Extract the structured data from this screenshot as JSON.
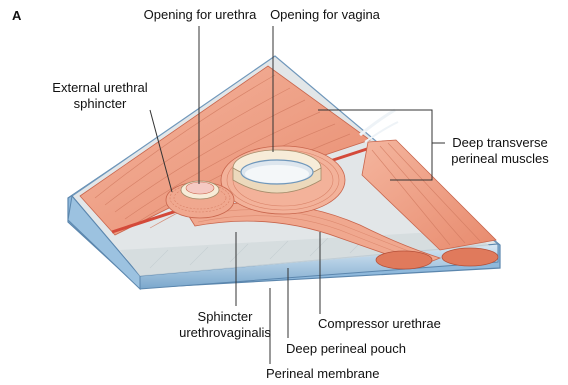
{
  "figure": {
    "panel_letter": "A",
    "labels": {
      "opening_urethra": "Opening for urethra",
      "opening_vagina": "Opening for vagina",
      "external_sphincter_line1": "External urethral",
      "external_sphincter_line2": "sphincter",
      "deep_transverse_line1": "Deep transverse",
      "deep_transverse_line2": "perineal muscles",
      "sphincter_uv_line1": "Sphincter",
      "sphincter_uv_line2": "urethrovaginalis",
      "compressor_urethrae": "Compressor urethrae",
      "deep_perineal_pouch": "Deep perineal pouch",
      "perineal_membrane": "Perineal membrane"
    },
    "colors": {
      "muscle": "#ef9f84",
      "muscle_dark": "#d9735a",
      "membrane": "#dfe3e6",
      "membrane_edge": "#b9d2e6",
      "rim_blue": "#8fb9dc",
      "ring_beige": "#f7ecd8",
      "red_band": "#d44a3a"
    }
  }
}
